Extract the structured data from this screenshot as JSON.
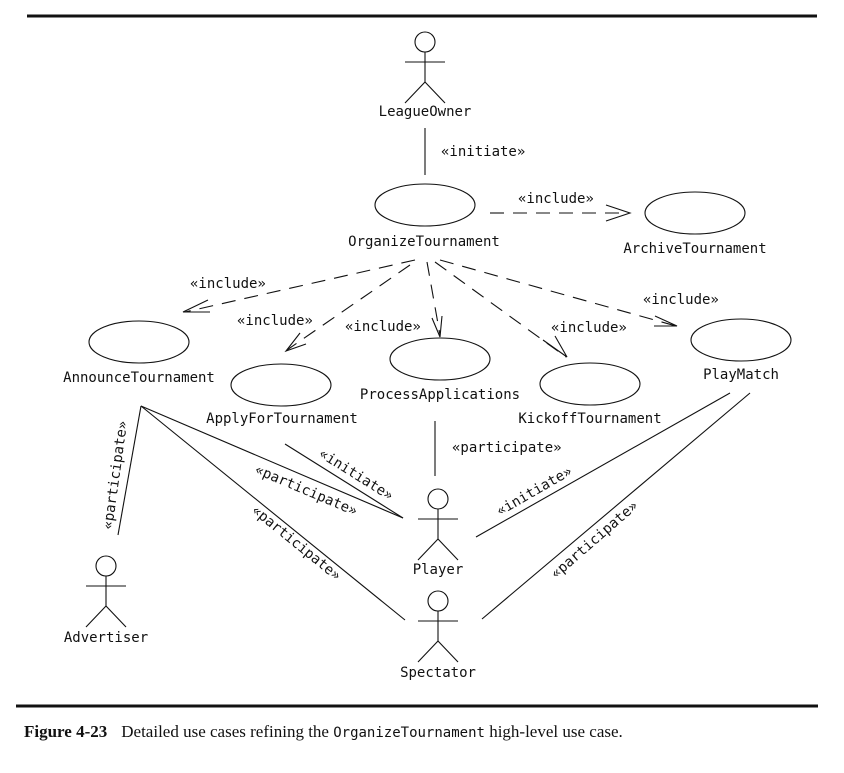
{
  "figure": {
    "number_label": "Figure 4-23",
    "caption_before": "Detailed use cases refining the ",
    "caption_code": "OrganizeTournament",
    "caption_after": " high-level use case."
  },
  "actors": [
    {
      "id": "league-owner",
      "name": "LeagueOwner"
    },
    {
      "id": "player",
      "name": "Player"
    },
    {
      "id": "advertiser",
      "name": "Advertiser"
    },
    {
      "id": "spectator",
      "name": "Spectator"
    }
  ],
  "use_cases": [
    {
      "id": "organize-tournament",
      "name": "OrganizeTournament"
    },
    {
      "id": "archive-tournament",
      "name": "ArchiveTournament"
    },
    {
      "id": "announce-tournament",
      "name": "AnnounceTournament"
    },
    {
      "id": "apply-for-tournament",
      "name": "ApplyForTournament"
    },
    {
      "id": "process-applications",
      "name": "ProcessApplications"
    },
    {
      "id": "kickoff-tournament",
      "name": "KickoffTournament"
    },
    {
      "id": "play-match",
      "name": "PlayMatch"
    }
  ],
  "relationships": [
    {
      "from": "LeagueOwner",
      "to": "OrganizeTournament",
      "stereotype": "«initiate»"
    },
    {
      "from": "OrganizeTournament",
      "to": "ArchiveTournament",
      "stereotype": "«include»"
    },
    {
      "from": "OrganizeTournament",
      "to": "AnnounceTournament",
      "stereotype": "«include»"
    },
    {
      "from": "OrganizeTournament",
      "to": "ApplyForTournament",
      "stereotype": "«include»"
    },
    {
      "from": "OrganizeTournament",
      "to": "ProcessApplications",
      "stereotype": "«include»"
    },
    {
      "from": "OrganizeTournament",
      "to": "KickoffTournament",
      "stereotype": "«include»"
    },
    {
      "from": "OrganizeTournament",
      "to": "PlayMatch",
      "stereotype": "«include»"
    },
    {
      "from": "Advertiser",
      "to": "AnnounceTournament",
      "stereotype": "«participate»"
    },
    {
      "from": "Player",
      "to": "AnnounceTournament",
      "stereotype": "«participate»"
    },
    {
      "from": "Spectator",
      "to": "AnnounceTournament",
      "stereotype": "«participate»"
    },
    {
      "from": "Player",
      "to": "ApplyForTournament",
      "stereotype": "«initiate»"
    },
    {
      "from": "Player",
      "to": "ProcessApplications",
      "stereotype": "«participate»"
    },
    {
      "from": "Player",
      "to": "PlayMatch",
      "stereotype": "«initiate»"
    },
    {
      "from": "Spectator",
      "to": "PlayMatch",
      "stereotype": "«participate»"
    }
  ]
}
